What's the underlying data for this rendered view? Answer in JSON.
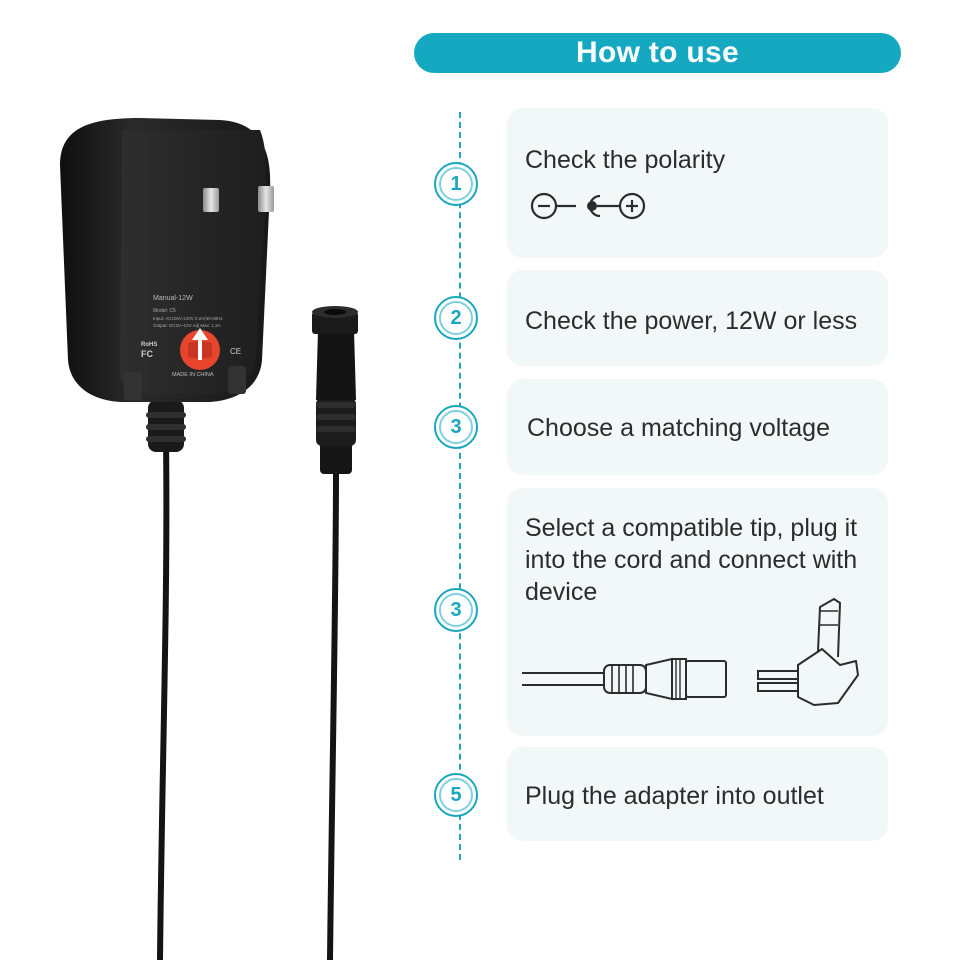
{
  "header": {
    "title": "How to use"
  },
  "steps": [
    {
      "number": "1",
      "text": "Check the polarity",
      "icon": "polarity-symbol-icon"
    },
    {
      "number": "2",
      "text": "Check the power, 12W or less"
    },
    {
      "number": "3",
      "text": "Choose a matching voltage"
    },
    {
      "number": "3",
      "text": "Select a compatible tip, plug it into the cord and connect with device",
      "icon": "tip-and-cord-icon"
    },
    {
      "number": "5",
      "text": "Plug the adapter into outlet"
    }
  ],
  "product": {
    "label_model": "Manual-12W",
    "label_model_line": "Model: C5",
    "label_input": "Input: AC100V-240V   0.2A(50-60Hz",
    "label_output": "Output: DC3V~12V Adj   Max: 1.2A",
    "label_made": "MADE IN CHINA",
    "label_rohs": "RoHS",
    "label_fc": "FC",
    "label_ce": "CE"
  },
  "colors": {
    "accent": "#15a9c1",
    "card": "#f2f7f8",
    "dial": "#e8452f",
    "body": "#1c1c1c"
  }
}
